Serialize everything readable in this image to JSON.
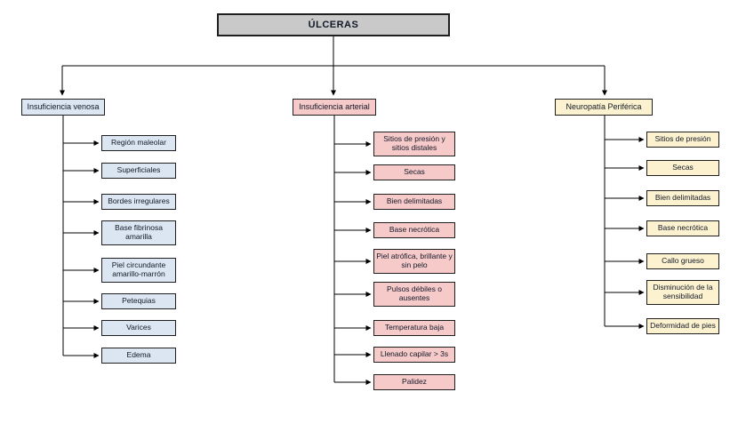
{
  "root": {
    "label": "ÚLCERAS"
  },
  "branches": [
    {
      "label": "Insuficiencia venosa",
      "color": "#dce6f2",
      "items": [
        "Región maleolar",
        "Superficiales",
        "Bordes irregulares",
        "Base fibrinosa amarilla",
        "Piel circundante amarillo-marrón",
        "Petequias",
        "Varices",
        "Edema"
      ]
    },
    {
      "label": "Insuficiencia arterial",
      "color": "#f7caca",
      "items": [
        "Sitios de presión y sitios distales",
        "Secas",
        "Bien delimitadas",
        "Base necrótica",
        "Piel atrófica, brillante y sin pelo",
        "Pulsos débiles o ausentes",
        "Temperatura baja",
        "Llenado capilar > 3s",
        "Palidez"
      ]
    },
    {
      "label": "Neuropatía Periférica",
      "color": "#fdf2cf",
      "items": [
        "Sitios de presión",
        "Secas",
        "Bien delimitadas",
        "Base necrótica",
        "Callo grueso",
        "Disminución de la sensibilidad",
        "Deformidad de pies"
      ]
    }
  ],
  "colors": {
    "root_fill": "#c9c9c9",
    "line": "#000000",
    "border": "#1f1f1f"
  }
}
